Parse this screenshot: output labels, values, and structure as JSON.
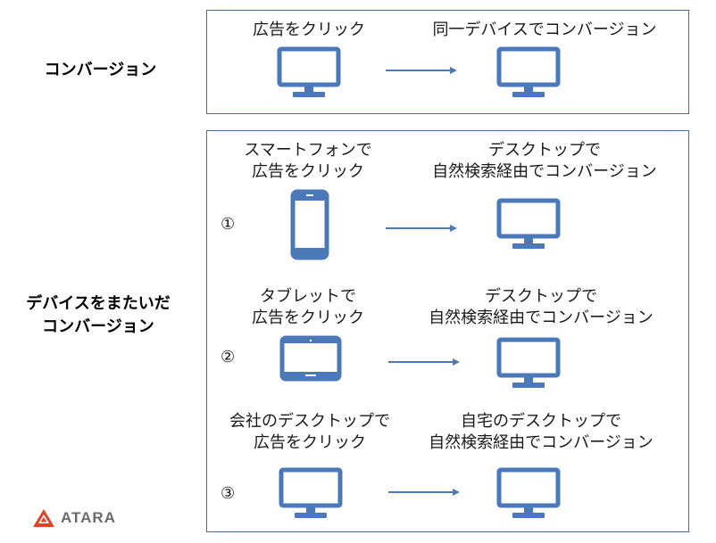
{
  "colors": {
    "icon": "#4a78b8",
    "border": "#4a6a9a",
    "arrow": "#4a78b8",
    "logo_red": "#d9452b"
  },
  "section_labels": {
    "conversion": "コンバージョン",
    "cross_device_line1": "デバイスをまたいだ",
    "cross_device_line2": "コンバージョン"
  },
  "top_panel": {
    "left_caption": "広告をクリック",
    "right_caption": "同一デバイスでコンバージョン",
    "left_icon": "desktop-monitor-icon",
    "right_icon": "desktop-monitor-icon"
  },
  "rows": [
    {
      "number": "①",
      "left_caption_1": "スマートフォンで",
      "left_caption_2": "広告をクリック",
      "right_caption_1": "デスクトップで",
      "right_caption_2": "自然検索経由でコンバージョン",
      "left_icon": "smartphone-icon",
      "right_icon": "desktop-monitor-icon"
    },
    {
      "number": "②",
      "left_caption_1": "タブレットで",
      "left_caption_2": "広告をクリック",
      "right_caption_1": "デスクトップで",
      "right_caption_2": "自然検索経由でコンバージョン",
      "left_icon": "tablet-icon",
      "right_icon": "desktop-monitor-icon"
    },
    {
      "number": "③",
      "left_caption_1": "会社のデスクトップで",
      "left_caption_2": "広告をクリック",
      "right_caption_1": "自宅のデスクトップで",
      "right_caption_2": "自然検索経由でコンバージョン",
      "left_icon": "desktop-monitor-icon",
      "right_icon": "desktop-monitor-icon"
    }
  ],
  "logo": {
    "text": "ATARA"
  }
}
